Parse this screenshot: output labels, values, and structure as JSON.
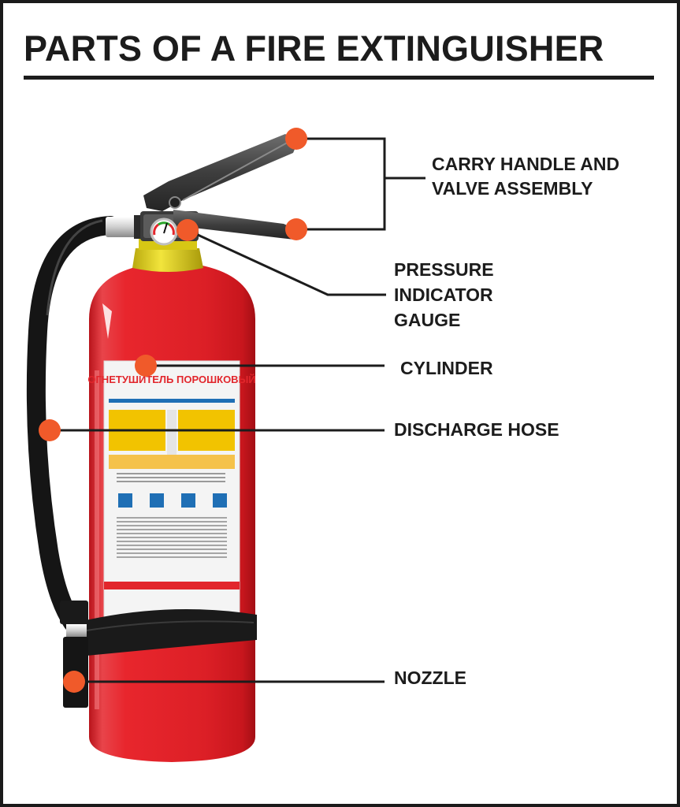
{
  "title": "PARTS OF A FIRE EXTINGUISHER",
  "colors": {
    "cylinder_red": "#e2262c",
    "marker_orange": "#f05a2a",
    "hose_black": "#151515",
    "collar_yellow": "#e3d21a",
    "label_yellow": "#f2c300",
    "label_blue": "#1f6fb5",
    "text_dark": "#1c1c1c"
  },
  "callouts": {
    "carry_handle": {
      "line1": "CARRY HANDLE AND",
      "line2": "VALVE  ASSEMBLY"
    },
    "pressure_gauge": {
      "line1": "PRESSURE",
      "line2": "INDICATOR",
      "line3": "GAUGE"
    },
    "cylinder": {
      "text": "CYLINDER"
    },
    "discharge_hose": {
      "text": "DISCHARGE HOSE"
    },
    "nozzle": {
      "text": "NOZZLE"
    }
  },
  "extinguisher_label": {
    "text": "ОГНЕТУШИТЕЛЬ ПОРОШКОВЫЙ"
  }
}
